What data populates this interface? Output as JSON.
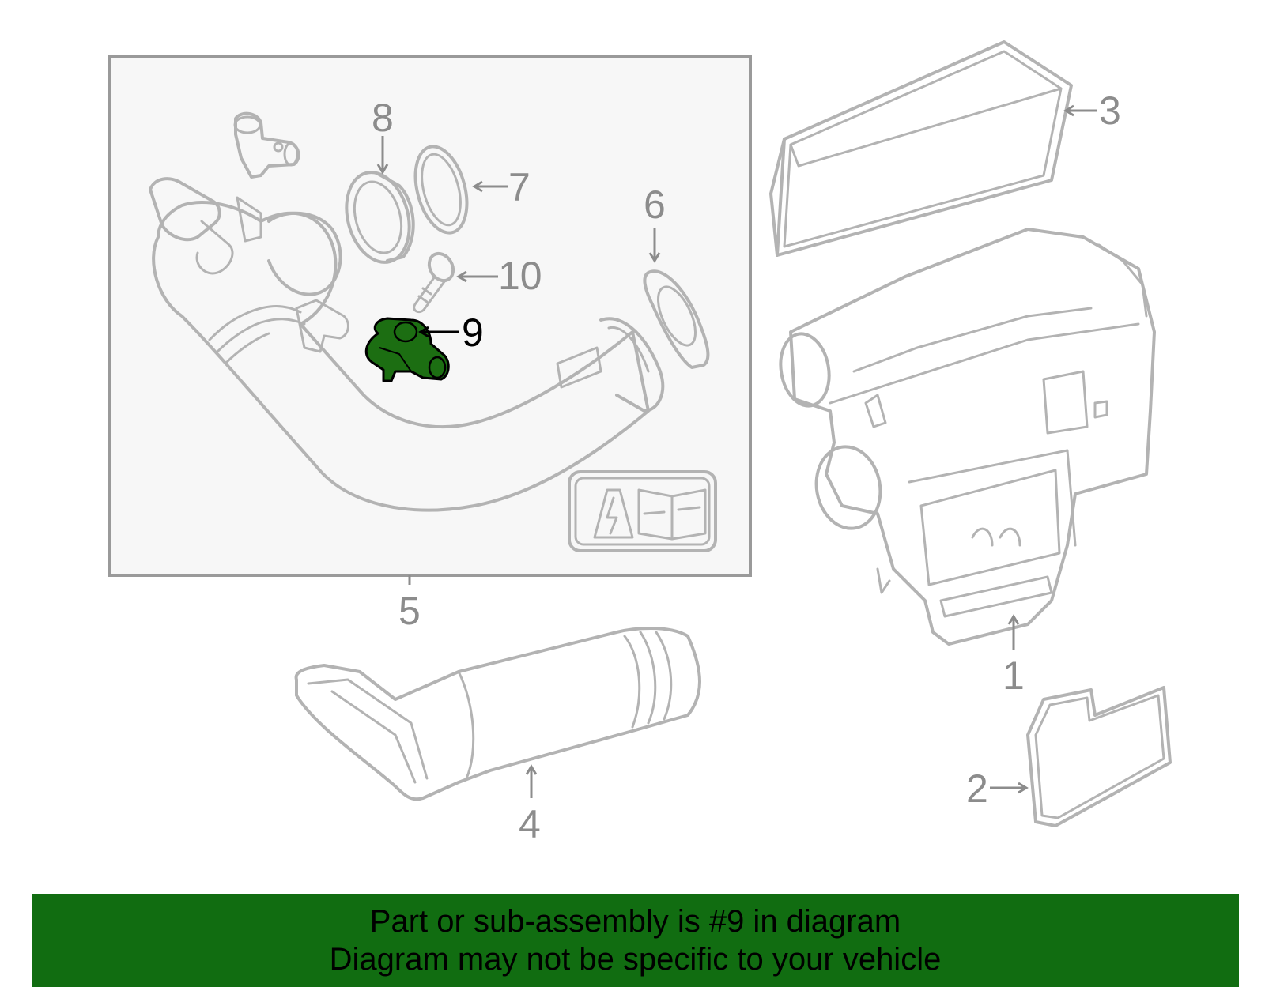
{
  "callouts": {
    "c1": "1",
    "c2": "2",
    "c3": "3",
    "c4": "4",
    "c5": "5",
    "c6": "6",
    "c7": "7",
    "c8": "8",
    "c9": "9",
    "c10": "10"
  },
  "highlighted_part": "9",
  "colors": {
    "highlight_fill": "#1c6e12",
    "banner_bg": "#116d11",
    "part_stroke": "#b3b3b3",
    "label_gray": "#8c8c8c"
  },
  "banner": {
    "line1": "Part or sub-assembly is #9 in diagram",
    "line2": "Diagram may not be specific to your vehicle"
  }
}
